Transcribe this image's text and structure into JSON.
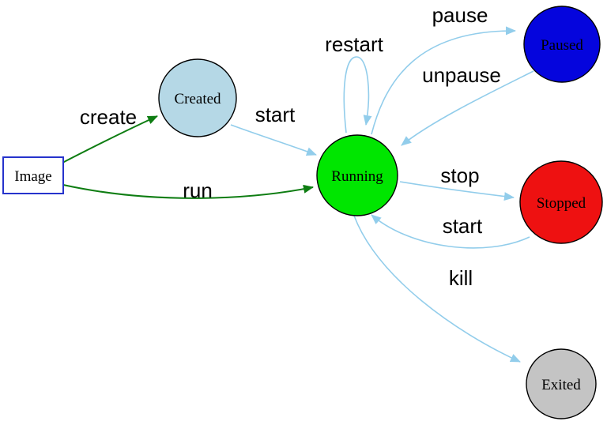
{
  "diagram": {
    "nodes": {
      "image": {
        "label": "Image",
        "fill": "#ffffff",
        "border": "#2633cc"
      },
      "created": {
        "label": "Created",
        "fill": "#b5d8e6"
      },
      "running": {
        "label": "Running",
        "fill": "#00e600"
      },
      "paused": {
        "label": "Paused",
        "fill": "#0505dd"
      },
      "stopped": {
        "label": "Stopped",
        "fill": "#ee1111"
      },
      "exited": {
        "label": "Exited",
        "fill": "#c4c4c4"
      }
    },
    "edges": {
      "create": {
        "label": "create"
      },
      "run": {
        "label": "run"
      },
      "start_created": {
        "label": "start"
      },
      "restart": {
        "label": "restart"
      },
      "pause": {
        "label": "pause"
      },
      "unpause": {
        "label": "unpause"
      },
      "stop": {
        "label": "stop"
      },
      "start_stopped": {
        "label": "start"
      },
      "kill": {
        "label": "kill"
      }
    },
    "colors": {
      "edge_blue": "#92cdeb",
      "edge_green": "#0e7d12",
      "node_stroke": "#000000",
      "text": "#000000",
      "background": "#ffffff"
    }
  }
}
